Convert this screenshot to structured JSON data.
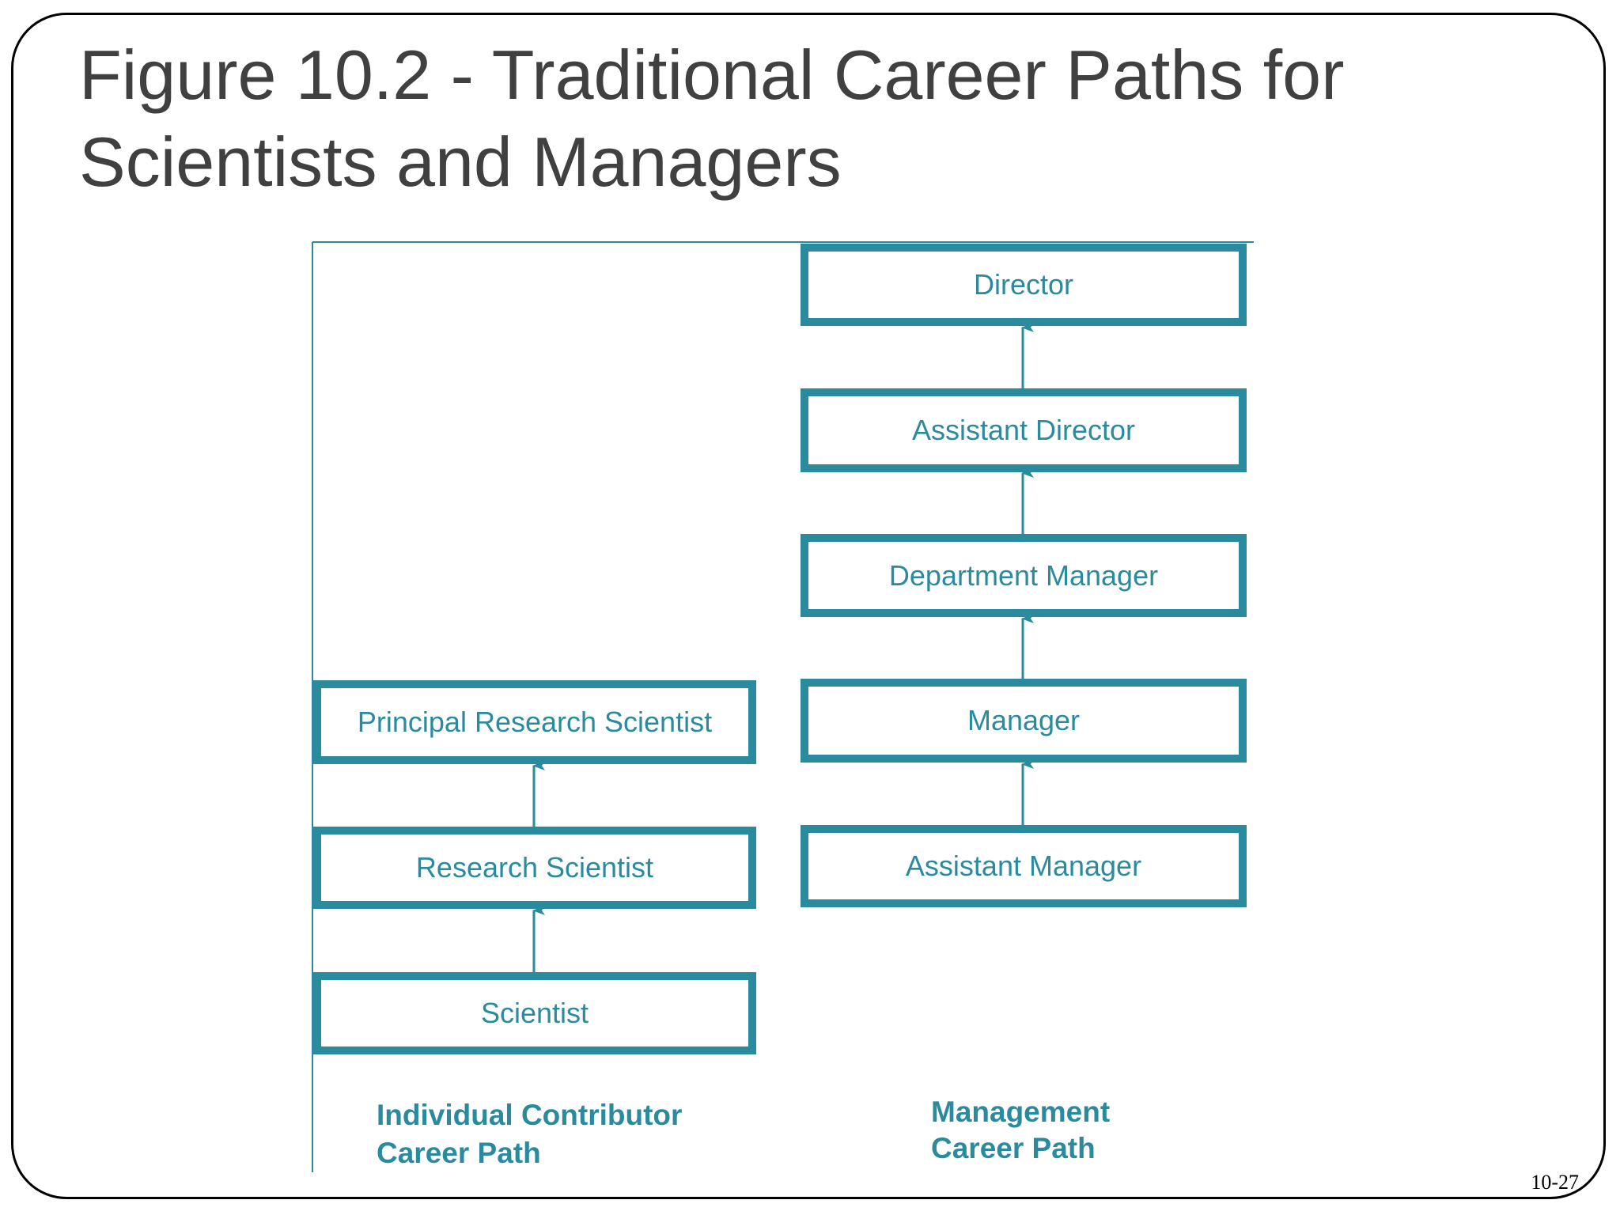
{
  "title": {
    "line1": "Figure 10.2 - Traditional Career Paths for",
    "line2": "Scientists and Managers"
  },
  "individual_path": {
    "label_line1": "Individual Contributor",
    "label_line2": "Career Path",
    "boxes": {
      "principal": "Principal Research Scientist",
      "research": "Research Scientist",
      "scientist": "Scientist"
    }
  },
  "management_path": {
    "label_line1": "Management",
    "label_line2": "Career Path",
    "boxes": {
      "director": "Director",
      "assistant_director": "Assistant Director",
      "department_manager": "Department Manager",
      "manager": "Manager",
      "assistant_manager": "Assistant Manager"
    }
  },
  "page_number": "10-27",
  "colors": {
    "accent": "#2a8b9e",
    "title": "#404040",
    "frame": "#000000"
  }
}
